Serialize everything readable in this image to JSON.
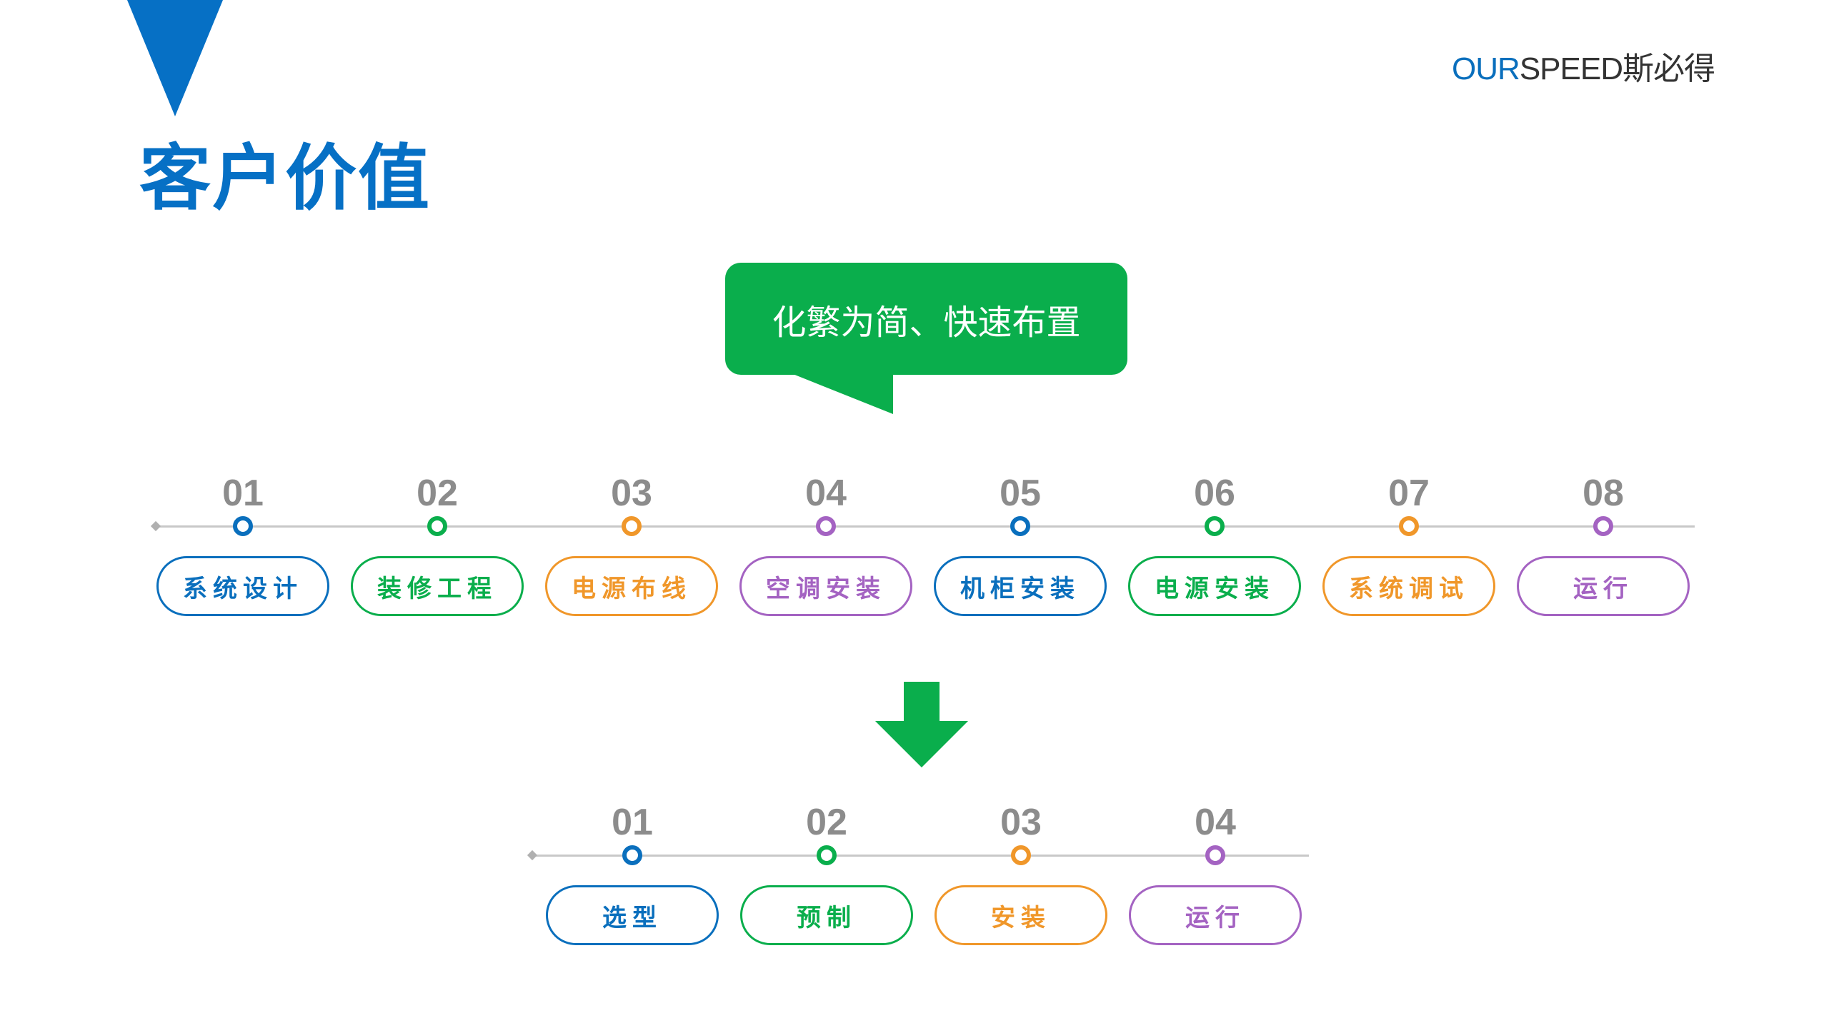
{
  "brand": {
    "accent": "OUR",
    "rest": "SPEED斯必得"
  },
  "title": "客户价值",
  "callout": "化繁为简、快速布置",
  "colors": {
    "blue": "#0a6fbd",
    "green": "#0aae4c",
    "orange": "#f0972a",
    "purple": "#a463c2"
  },
  "before": [
    {
      "num": "01",
      "label": "系统设计",
      "color": "blue"
    },
    {
      "num": "02",
      "label": "装修工程",
      "color": "green"
    },
    {
      "num": "03",
      "label": "电源布线",
      "color": "orange"
    },
    {
      "num": "04",
      "label": "空调安装",
      "color": "purple"
    },
    {
      "num": "05",
      "label": "机柜安装",
      "color": "blue"
    },
    {
      "num": "06",
      "label": "电源安装",
      "color": "green"
    },
    {
      "num": "07",
      "label": "系统调试",
      "color": "orange"
    },
    {
      "num": "08",
      "label": "运行",
      "color": "purple"
    }
  ],
  "after": [
    {
      "num": "01",
      "label": "选型",
      "color": "blue"
    },
    {
      "num": "02",
      "label": "预制",
      "color": "green"
    },
    {
      "num": "03",
      "label": "安装",
      "color": "orange"
    },
    {
      "num": "04",
      "label": "运行",
      "color": "purple"
    }
  ]
}
